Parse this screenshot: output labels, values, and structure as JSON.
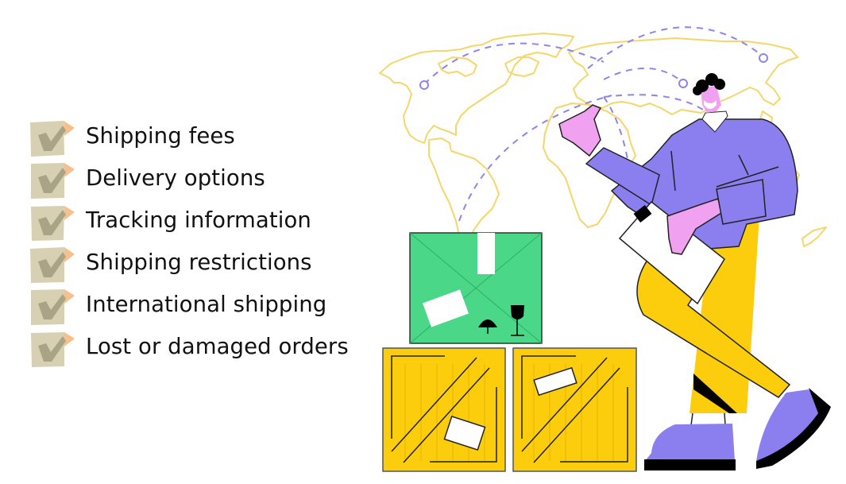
{
  "checklist": {
    "items": [
      {
        "label": "Shipping fees",
        "checked": true
      },
      {
        "label": "Delivery options",
        "checked": true
      },
      {
        "label": "Tracking information",
        "checked": true
      },
      {
        "label": "Shipping restrictions",
        "checked": true
      },
      {
        "label": "International shipping",
        "checked": true
      },
      {
        "label": "Lost or damaged orders",
        "checked": true
      }
    ],
    "checkbox_icon": "checkmark-box-icon",
    "colors": {
      "box": "#d8d0b3",
      "check": "#aaa486",
      "corner": "#f6bf8c",
      "text": "#111111"
    }
  },
  "illustration": {
    "description": "shipping-illustration",
    "elements": [
      "world-map",
      "route-lines",
      "delivery-man",
      "clipboard",
      "green-parcel",
      "yellow-crates"
    ],
    "colors": {
      "map": "#f5d66a",
      "routes": "#8d86e8",
      "shirt": "#8b7ff0",
      "skin": "#f0a2f0",
      "pants": "#fbcd0c",
      "parcel": "#4bd788",
      "crate": "#fbcd0c"
    }
  }
}
